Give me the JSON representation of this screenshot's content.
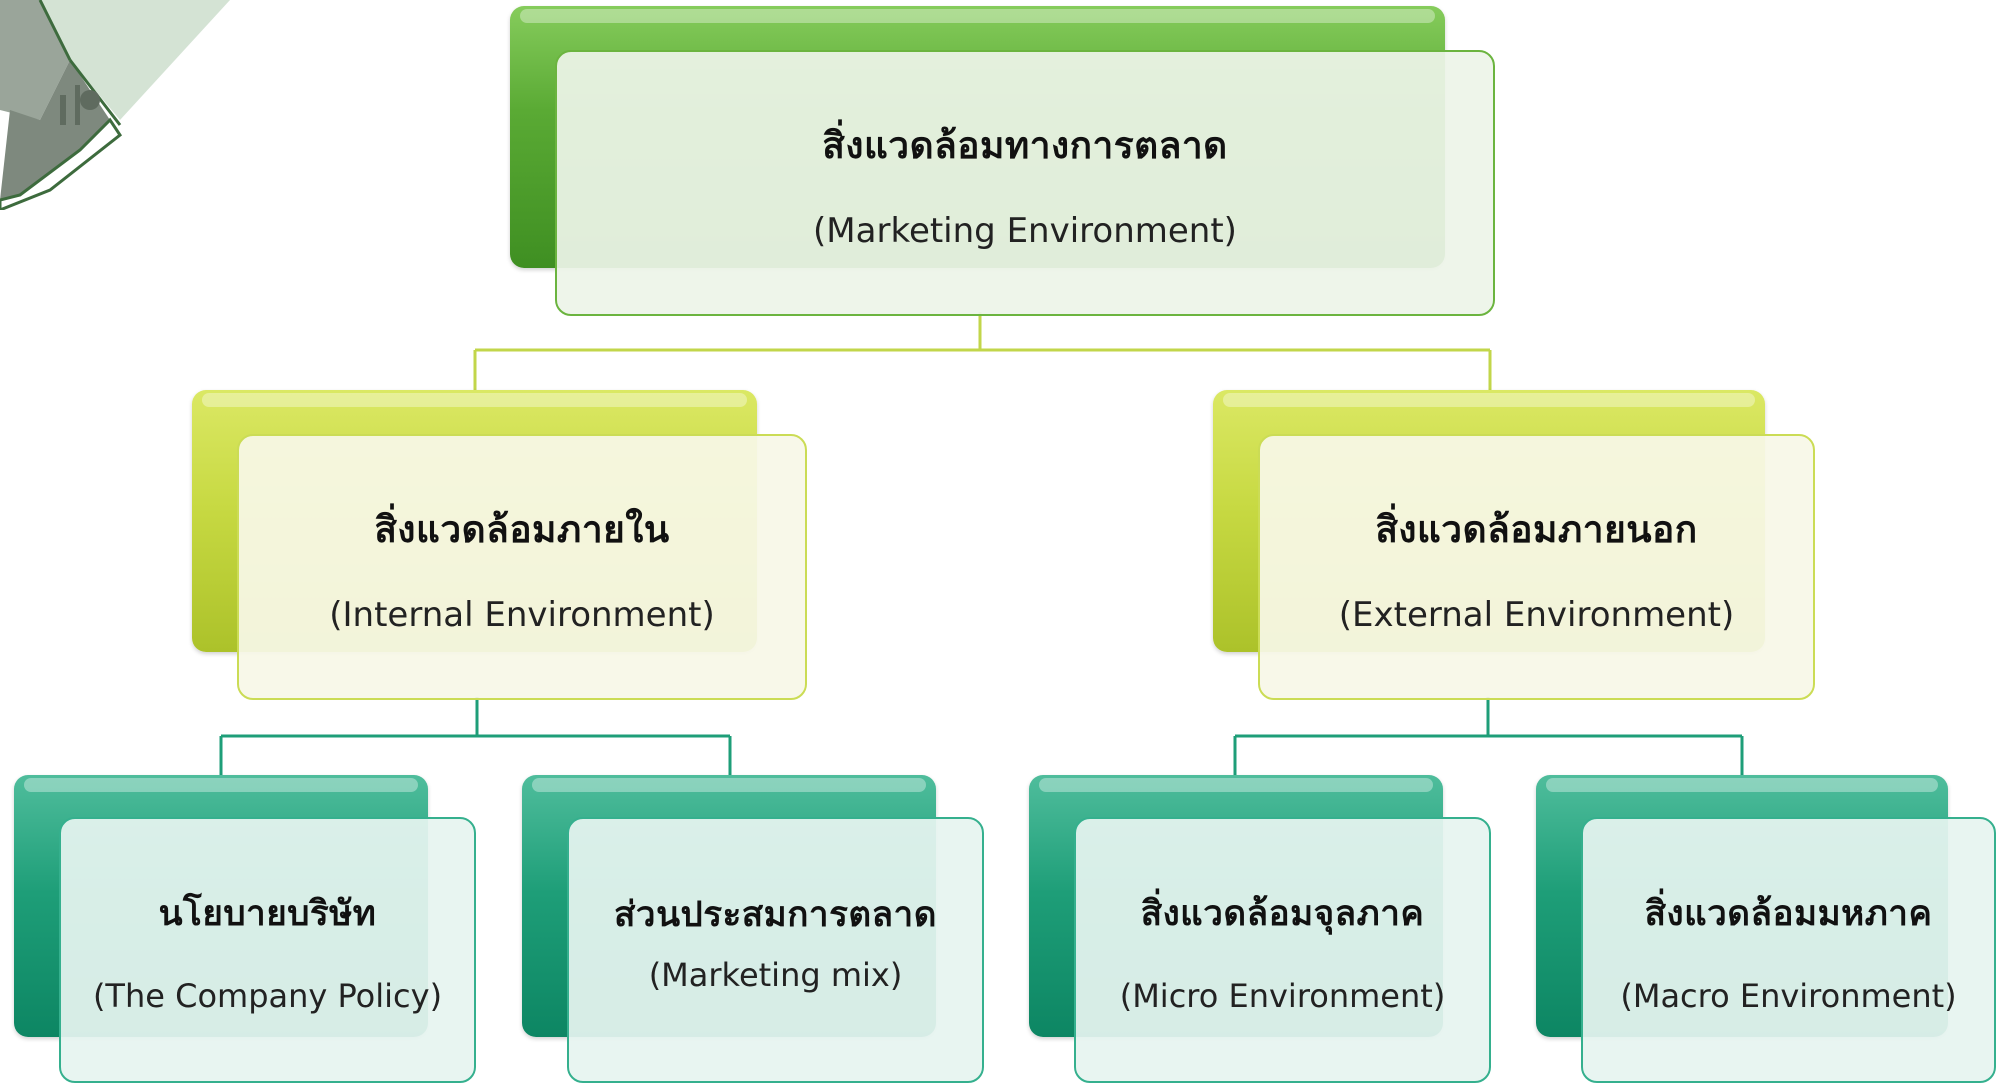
{
  "diagram": {
    "root": {
      "thai": "สิ่งแวดล้อมทางการตลาด",
      "english": "(Marketing Environment)"
    },
    "internal": {
      "thai": "สิ่งแวดล้อมภายใน",
      "english": "(Internal Environment)"
    },
    "external": {
      "thai": "สิ่งแวดล้อมภายนอก",
      "english": "(External Environment)"
    },
    "company_policy": {
      "thai": "นโยบายบริษัท",
      "english": "(The Company Policy)"
    },
    "marketing_mix": {
      "thai": "ส่วนประสมการตลาด",
      "english": "(Marketing mix)"
    },
    "micro": {
      "thai": "สิ่งแวดล้อมจุลภาค",
      "english": "(Micro Environment)"
    },
    "macro": {
      "thai": "สิ่งแวดล้อมมหภาค",
      "english": "(Macro Environment)"
    }
  },
  "colors": {
    "level0": "#5aaa34",
    "level1": "#c7d942",
    "level2": "#1e9e78",
    "connector_top": "#c2d64a",
    "connector_bottom": "#1e9e78"
  }
}
